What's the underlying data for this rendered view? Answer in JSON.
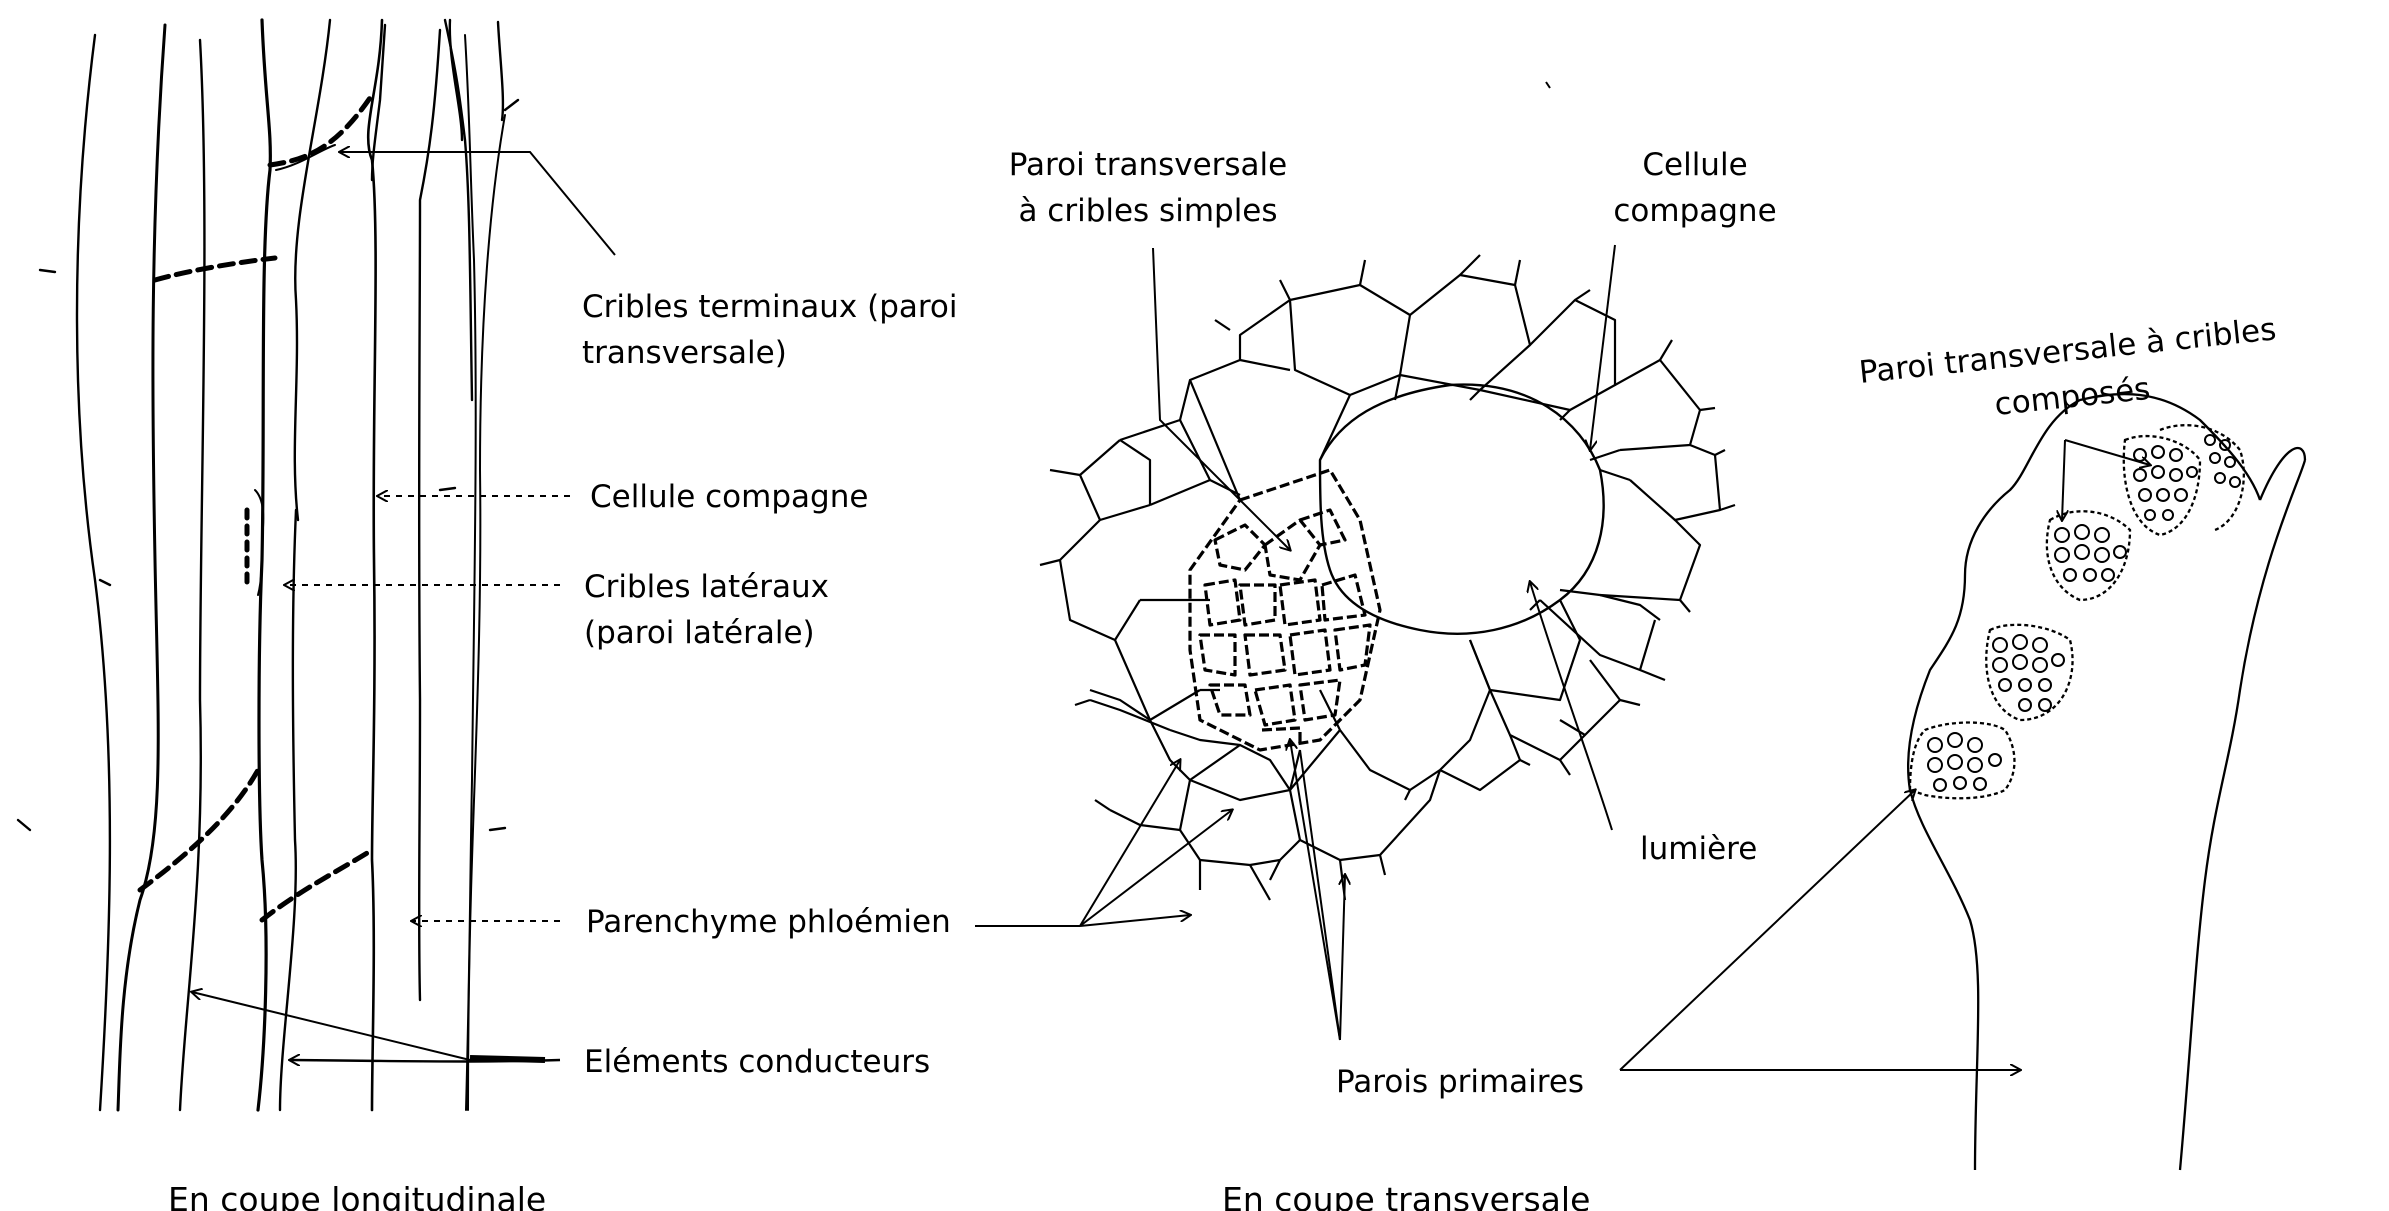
{
  "labels": {
    "cribles_terminaux": "Cribles terminaux (paroi\ntransversale)",
    "cellule_compagne_long": "Cellule compagne",
    "cribles_lateraux": "Cribles latéraux\n(paroi latérale)",
    "parenchyme": "Parenchyme phloémien",
    "elements_conducteurs": "Eléments conducteurs",
    "paroi_cribles_simples": "Paroi transversale\nà cribles simples",
    "cellule_compagne_trans": "Cellule\ncompagne",
    "lumiere": "lumière",
    "parois_primaires": "Parois primaires",
    "paroi_cribles_composes": "Paroi transversale à cribles\ncomposés"
  },
  "captions": {
    "longitudinal": "En coupe longitudinale",
    "transversal": "En coupe transversale"
  },
  "colors": {
    "ink": "#000000",
    "background": "#ffffff"
  }
}
